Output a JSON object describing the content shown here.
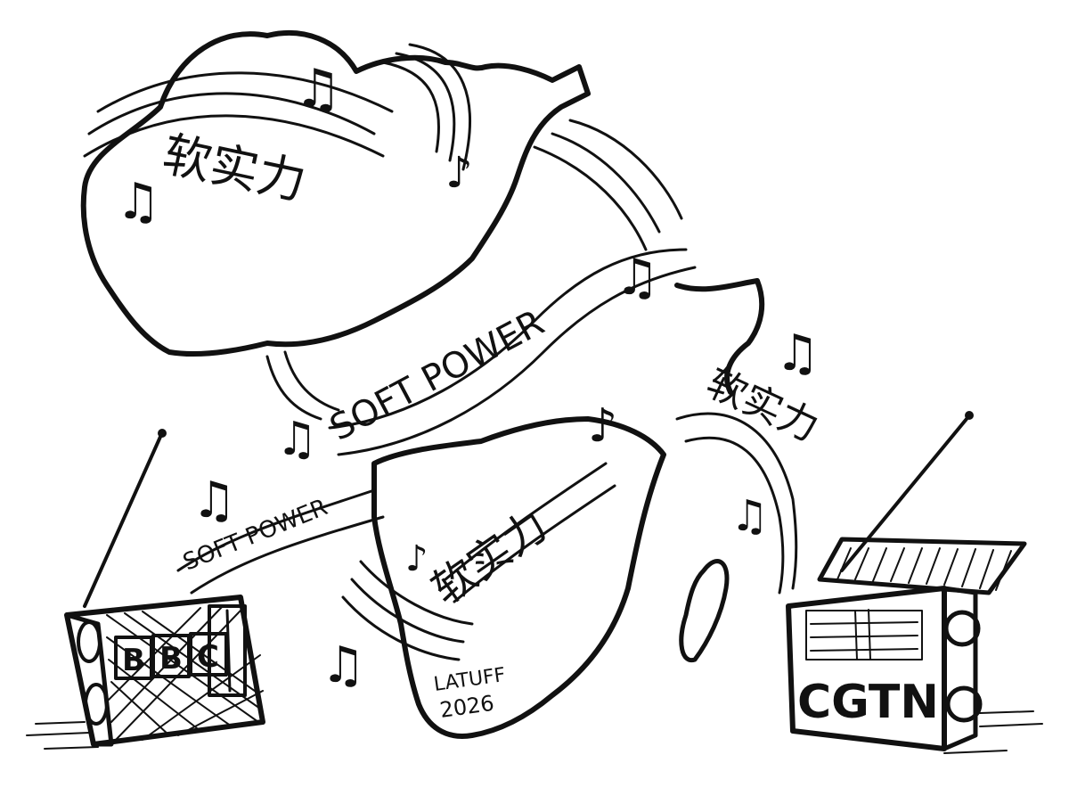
{
  "caption": {
    "soft_power_en": "SOFT POWER",
    "soft_power_zh": "软实力"
  },
  "radios": {
    "left_label": "BBC",
    "right_label": "CGTN"
  },
  "signature": {
    "name": "LATUFF",
    "year": "2026"
  },
  "icons": {
    "note": "music-note-icon",
    "beamed": "beamed-notes-icon"
  }
}
